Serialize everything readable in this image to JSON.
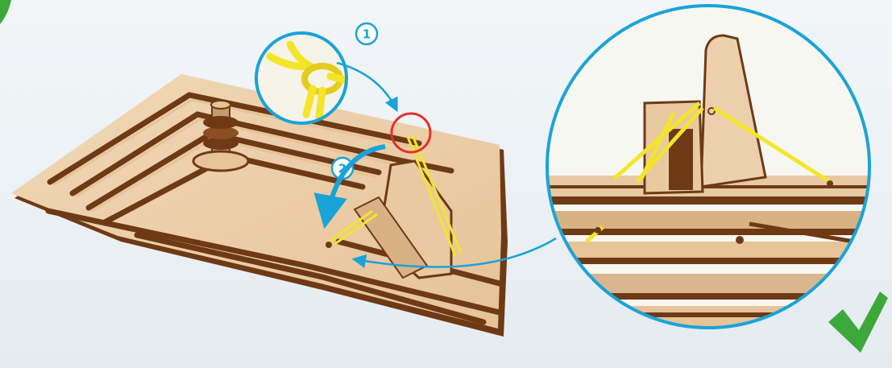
{
  "steps": [
    {
      "number": "1",
      "instruction_icon": "knot-tie-icon"
    },
    {
      "number": "2",
      "instruction_icon": "pull-down-arrow-icon"
    }
  ],
  "callouts": {
    "left_magnifier": "rubber-band-knot-closeup",
    "right_magnifier": "rubber-band-routing-closeup",
    "target_marker": "red-circle-hole-marker"
  },
  "confirmation": {
    "icon": "check-mark-icon"
  },
  "colors": {
    "accent": "#1aa3d8",
    "wood_top": "#ecd0ad",
    "wood_edge": "#6e3a16",
    "rubber_band": "#f4e52a",
    "highlight_circle": "#e0322c",
    "check": "#3da83a"
  }
}
